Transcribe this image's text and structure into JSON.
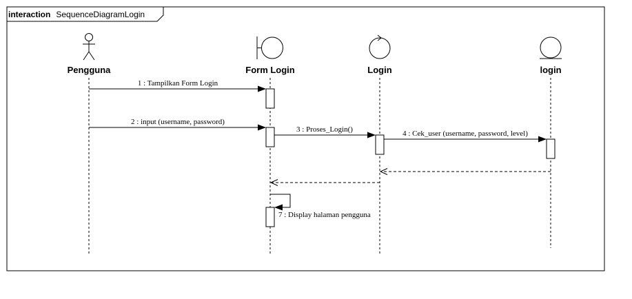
{
  "frame": {
    "keyword": "interaction",
    "name": "SequenceDiagramLogin"
  },
  "participants": [
    {
      "id": "pengguna",
      "label": "Pengguna",
      "kind": "actor"
    },
    {
      "id": "formlogin",
      "label": "Form Login",
      "kind": "boundary"
    },
    {
      "id": "login",
      "label": "Login",
      "kind": "control"
    },
    {
      "id": "loginentity",
      "label": "login",
      "kind": "entity"
    }
  ],
  "messages": [
    {
      "label": "1 : Tampilkan Form Login",
      "from": "Pengguna",
      "to": "Form Login",
      "kind": "sync"
    },
    {
      "label": "2 : input (username, password)",
      "from": "Pengguna",
      "to": "Form Login",
      "kind": "sync"
    },
    {
      "label": "3 : Proses_Login()",
      "from": "Form Login",
      "to": "Login",
      "kind": "sync"
    },
    {
      "label": "4 : Cek_user (username, password, level)",
      "from": "Login",
      "to": "login",
      "kind": "sync"
    },
    {
      "label": "",
      "from": "login",
      "to": "Login",
      "kind": "return"
    },
    {
      "label": "",
      "from": "Login",
      "to": "Form Login",
      "kind": "return"
    },
    {
      "label": "7 : Display halaman pengguna",
      "from": "Form Login",
      "to": "Form Login",
      "kind": "self"
    }
  ],
  "colors": {
    "line": "#000000",
    "background": "#ffffff"
  },
  "icons": [
    "actor-icon",
    "boundary-icon",
    "control-icon",
    "entity-icon"
  ]
}
